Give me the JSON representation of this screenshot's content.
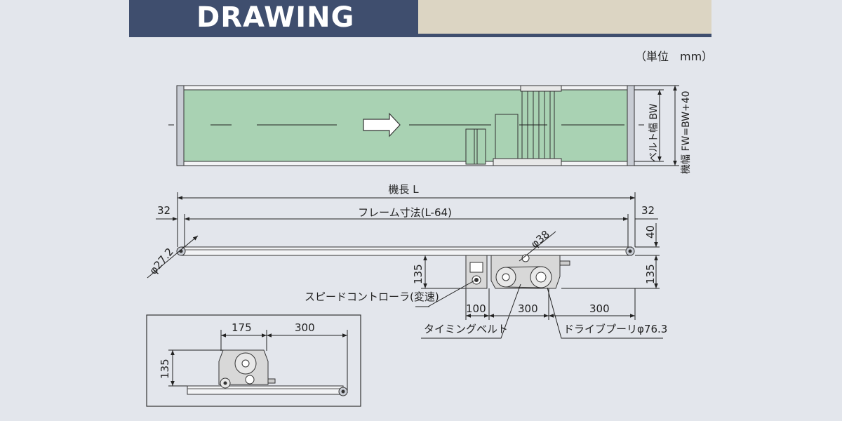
{
  "header": {
    "title": "DRAWING"
  },
  "units": "（単位　mm）",
  "top_view": {
    "belt_width": "ベルト幅 BW",
    "frame_width": "機幅 FW=BW+40"
  },
  "side_view": {
    "overall_length": "機長 L",
    "frame_dimension": "フレーム寸法(L-64)",
    "end_left": "32",
    "end_right": "32",
    "dim_40": "40",
    "dim_135_left": "135",
    "dim_135_right": "135",
    "roller_dia": "φ27.2",
    "pulley_dia": "φ38",
    "dim_100": "100",
    "dim_300_a": "300",
    "dim_300_b": "300",
    "speed_controller": "スピードコントローラ(変速)",
    "timing_belt": "タイミングベルト",
    "drive_pulley": "ドライブプーリφ76.3"
  },
  "detail_view": {
    "dim_175": "175",
    "dim_300": "300",
    "dim_135": "135"
  },
  "colors": {
    "header_bg": "#3f4e6e",
    "header_accent": "#dcd5c3",
    "belt": "#a9d2b3",
    "page_bg": "#e3e6ec"
  }
}
